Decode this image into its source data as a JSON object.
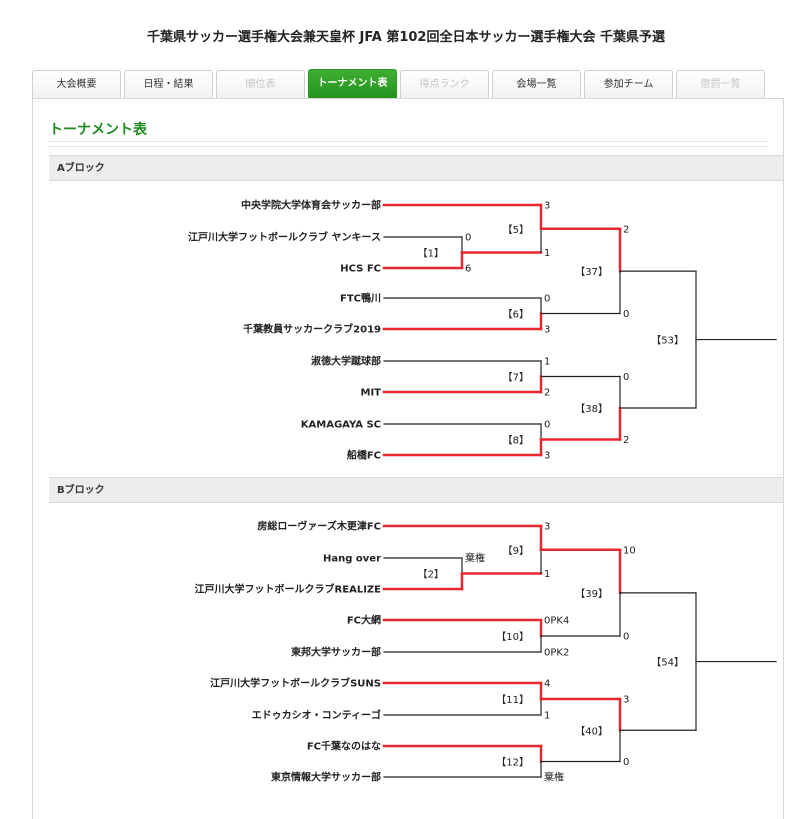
{
  "page": {
    "title": "千葉県サッカー選手権大会兼天皇杯 JFA 第102回全日本サッカー選手権大会 千葉県予選",
    "section_title": "トーナメント表"
  },
  "colors": {
    "win": "#e8262e",
    "lose": "#222222",
    "active_tab": "#2a9a22",
    "title_green": "#1d8a1d"
  },
  "tabs": [
    {
      "label": "大会概要",
      "state": "normal"
    },
    {
      "label": "日程・結果",
      "state": "normal"
    },
    {
      "label": "順位表",
      "state": "disabled"
    },
    {
      "label": "トーナメント表",
      "state": "active"
    },
    {
      "label": "得点ランク",
      "state": "disabled"
    },
    {
      "label": "会場一覧",
      "state": "normal"
    },
    {
      "label": "参加チーム",
      "state": "normal"
    },
    {
      "label": "懲罰一覧",
      "state": "disabled"
    }
  ],
  "blocks": [
    {
      "name": "Aブロック",
      "teams": [
        "中央学院大学体育会サッカー部",
        "江戸川大学フットボールクラブ ヤンキース",
        "HCS FC",
        "FTC鴨川",
        "千葉教員サッカークラブ2019",
        "淑徳大学蹴球部",
        "MIT",
        "KAMAGAYA SC",
        "船橋FC"
      ],
      "matches": [
        {
          "label": "【1】",
          "scores": [
            "0",
            "6"
          ],
          "winner": 1
        },
        {
          "label": "【5】",
          "scores": [
            "3",
            "1"
          ],
          "winner": 0
        },
        {
          "label": "【6】",
          "scores": [
            "0",
            "3"
          ],
          "winner": 1
        },
        {
          "label": "【7】",
          "scores": [
            "1",
            "2"
          ],
          "winner": 1
        },
        {
          "label": "【8】",
          "scores": [
            "0",
            "3"
          ],
          "winner": 1
        },
        {
          "label": "【37】",
          "scores": [
            "2",
            "0"
          ],
          "winner": 0
        },
        {
          "label": "【38】",
          "scores": [
            "0",
            "2"
          ],
          "winner": 1
        },
        {
          "label": "【53】",
          "scores": [
            "",
            ""
          ],
          "winner": null
        }
      ]
    },
    {
      "name": "Bブロック",
      "teams": [
        "房総ローヴァーズ木更津FC",
        "Hang over",
        "江戸川大学フットボールクラブREALIZE",
        "FC大網",
        "東邦大学サッカー部",
        "江戸川大学フットボールクラブSUNS",
        "エドゥカシオ・コンティーゴ",
        "FC千葉なのはな",
        "東京情報大学サッカー部"
      ],
      "matches": [
        {
          "label": "【2】",
          "scores": [
            "棄権",
            ""
          ],
          "winner": 1
        },
        {
          "label": "【9】",
          "scores": [
            "3",
            "1"
          ],
          "winner": 0
        },
        {
          "label": "【10】",
          "scores": [
            "0PK4",
            "0PK2"
          ],
          "winner": 0
        },
        {
          "label": "【11】",
          "scores": [
            "4",
            "1"
          ],
          "winner": 0
        },
        {
          "label": "【12】",
          "scores": [
            "",
            "棄権"
          ],
          "winner": 0
        },
        {
          "label": "【39】",
          "scores": [
            "10",
            "0"
          ],
          "winner": 0
        },
        {
          "label": "【40】",
          "scores": [
            "3",
            "0"
          ],
          "winner": 0
        },
        {
          "label": "【54】",
          "scores": [
            "",
            ""
          ],
          "winner": null
        }
      ]
    }
  ]
}
